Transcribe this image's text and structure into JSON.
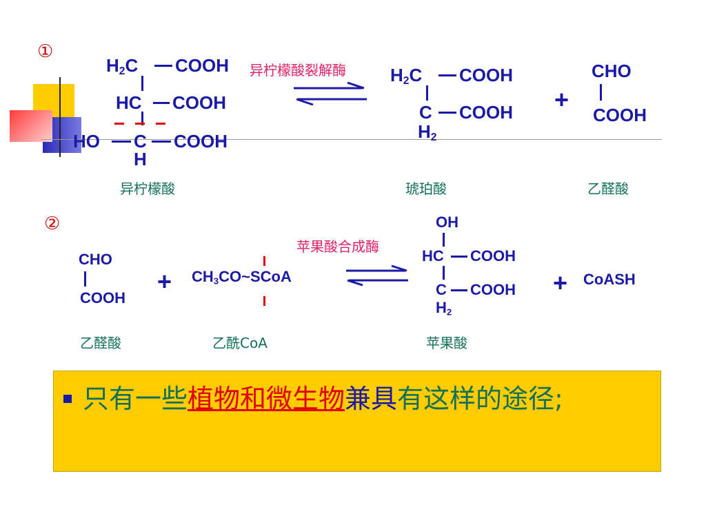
{
  "reaction1": {
    "number": "①",
    "isocitrate": {
      "row1_left": "H",
      "row1_sub": "2",
      "row1_c": "C",
      "row1_right": "COOH",
      "row2_left": "HC",
      "row2_right": "COOH",
      "row3_left": "HO",
      "row3_c": "C",
      "row3_right": "COOH",
      "row4": "H"
    },
    "enzyme": "异柠檬酸裂解酶",
    "succinate": {
      "row1_left": "H",
      "row1_sub": "2",
      "row1_c": "C",
      "row1_right": "COOH",
      "row2_c": "C",
      "row2_right": "COOH",
      "row3": "H",
      "row3_sub": "2"
    },
    "plus": "+",
    "glyoxylate": {
      "top": "CHO",
      "bottom": "COOH"
    },
    "labels": {
      "isocitrate": "异柠檬酸",
      "succinate": "琥珀酸",
      "glyoxylate": "乙醛酸"
    }
  },
  "reaction2": {
    "number": "②",
    "glyoxylate": {
      "top": "CHO",
      "bottom": "COOH"
    },
    "plus1": "+",
    "acetylcoa": {
      "ch": "CH",
      "sub": "3",
      "co": "CO",
      "tilde": "~",
      "scoa": "SCoA"
    },
    "enzyme": "苹果酸合成酶",
    "malate": {
      "oh": "OH",
      "row1_left": "HC",
      "row1_right": "COOH",
      "row2_c": "C",
      "row2_right": "COOH",
      "row3": "H",
      "row3_sub": "2"
    },
    "plus2": "+",
    "coash": "CoASH",
    "labels": {
      "glyoxylate": "乙醛酸",
      "acetylcoa": "乙酰CoA",
      "malate": "苹果酸"
    }
  },
  "note": {
    "part1": "只有一些",
    "part2": "植物和微生物",
    "part3": "兼具",
    "part4": "有这样的途径;"
  }
}
